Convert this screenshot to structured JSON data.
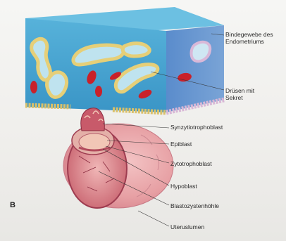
{
  "figure": {
    "panel_letter": "B",
    "labels": {
      "connective_tissue_line1": "Bindegewebe des",
      "connective_tissue_line2": "Endometriums",
      "glands_line1": "Drüsen mit",
      "glands_line2": "Sekret",
      "syncytiotrophoblast": "Synzytiotrophoblast",
      "epiblast": "Epiblast",
      "cytotrophoblast": "Zytotrophoblast",
      "hypoblast": "Hypoblast",
      "blastocyst_cavity": "Blastozystenhöhle",
      "uterine_lumen": "Uteruslumen"
    }
  },
  "colors": {
    "tissue_top": "#5fb3d6",
    "tissue_front": "#3e9fce",
    "tissue_side": "#4a7fc0",
    "gland_wall": "#e9d58a",
    "gland_lumen": "#bfe3ef",
    "vessel": "#c9212a",
    "embryo_pink": "#e8a6a8",
    "embryo_dark": "#b5475c"
  }
}
